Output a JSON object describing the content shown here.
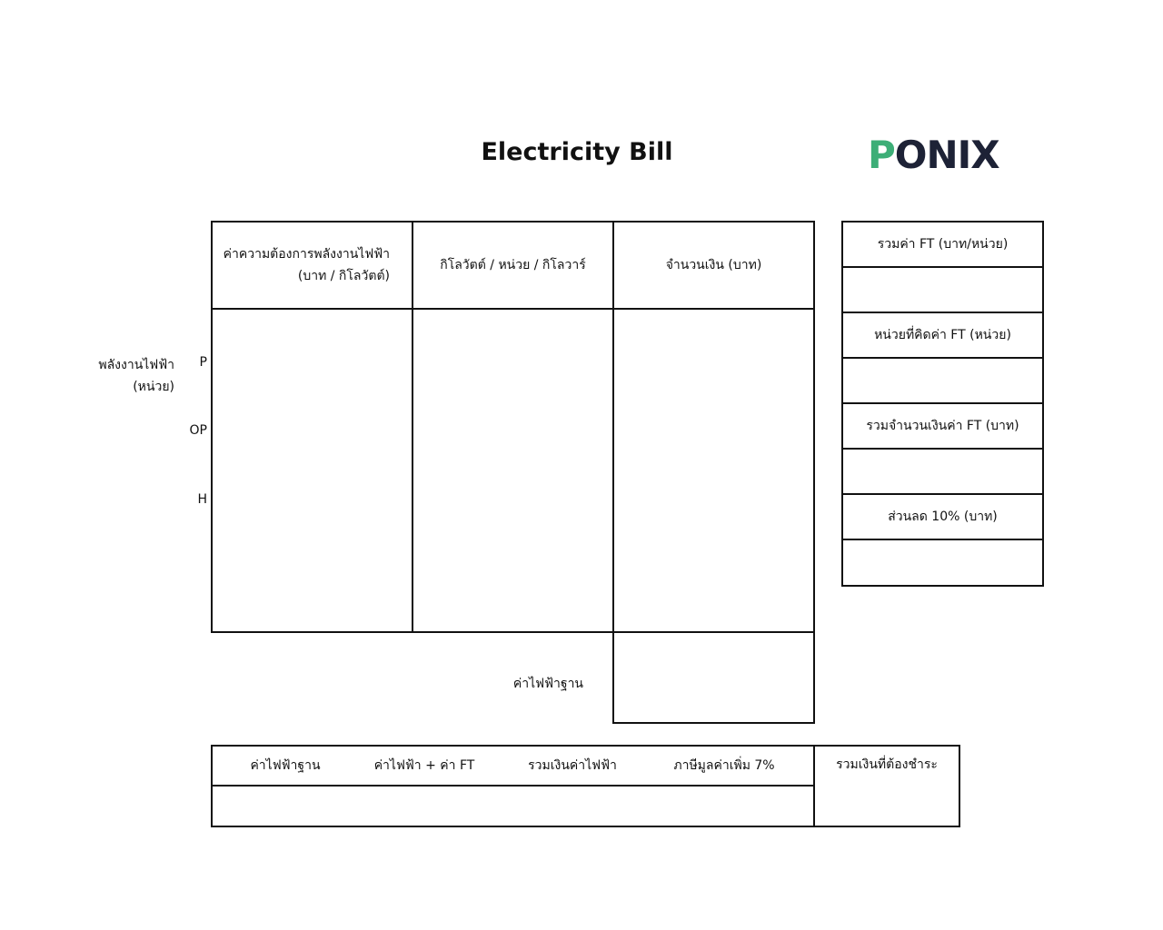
{
  "header": {
    "title": "Electricity Bill",
    "logo_first_letter": "P",
    "logo_rest": "ONIX"
  },
  "main_table": {
    "headers": [
      [
        "ค่าความต้องการพลังงานไฟฟ้า",
        "(บาท / กิโลวัตต์)"
      ],
      "กิโลวัตต์ / หน่วย / กิโลวาร์",
      "จำนวนเงิน (บาท)"
    ],
    "row_label_line1": "พลังงานไฟฟ้า",
    "row_label_line2": "(หน่วย)",
    "periods": [
      "P",
      "OP",
      "H"
    ],
    "base_charge_label": "ค่าไฟฟ้าฐาน"
  },
  "ft_panel": {
    "labels": [
      "รวมค่า FT (บาท/หน่วย)",
      "หน่วยที่คิดค่า FT (หน่วย)",
      "รวมจำนวนเงินค่า FT (บาท)",
      "ส่วนลด 10% (บาท)"
    ]
  },
  "summary_table": {
    "headers": [
      "ค่าไฟฟ้าฐาน",
      "ค่าไฟฟ้า + ค่า FT",
      "รวมเงินค่าไฟฟ้า",
      "ภาษีมูลค่าเพิ่ม 7%"
    ],
    "total_label": "รวมเงินที่ต้องชำระ"
  },
  "colors": {
    "logo_accent": "#3dae77",
    "logo_dark": "#1d2236",
    "border": "#111111"
  }
}
